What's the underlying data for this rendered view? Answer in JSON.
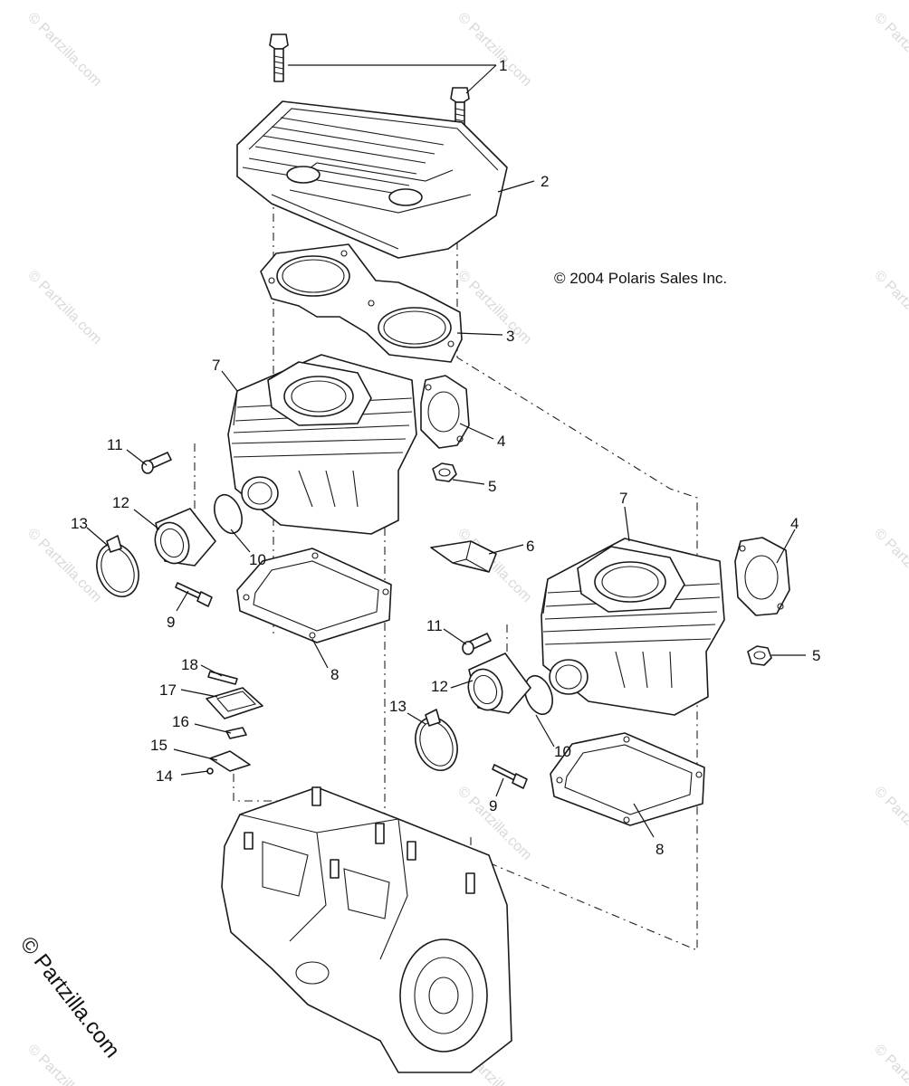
{
  "diagram": {
    "copyright": "© 2004 Polaris Sales Inc.",
    "site_credit": "© Partzilla.com",
    "watermark_text": "© Partzilla.com",
    "callouts": [
      {
        "id": "c1",
        "label": "1"
      },
      {
        "id": "c2",
        "label": "2"
      },
      {
        "id": "c3",
        "label": "3"
      },
      {
        "id": "c4a",
        "label": "4"
      },
      {
        "id": "c4b",
        "label": "4"
      },
      {
        "id": "c5a",
        "label": "5"
      },
      {
        "id": "c5b",
        "label": "5"
      },
      {
        "id": "c6",
        "label": "6"
      },
      {
        "id": "c7a",
        "label": "7"
      },
      {
        "id": "c7b",
        "label": "7"
      },
      {
        "id": "c8a",
        "label": "8"
      },
      {
        "id": "c8b",
        "label": "8"
      },
      {
        "id": "c9a",
        "label": "9"
      },
      {
        "id": "c9b",
        "label": "9"
      },
      {
        "id": "c10a",
        "label": "10"
      },
      {
        "id": "c10b",
        "label": "10"
      },
      {
        "id": "c11a",
        "label": "11"
      },
      {
        "id": "c11b",
        "label": "11"
      },
      {
        "id": "c12a",
        "label": "12"
      },
      {
        "id": "c12b",
        "label": "12"
      },
      {
        "id": "c13a",
        "label": "13"
      },
      {
        "id": "c13b",
        "label": "13"
      },
      {
        "id": "c14",
        "label": "14"
      },
      {
        "id": "c15",
        "label": "15"
      },
      {
        "id": "c16",
        "label": "16"
      },
      {
        "id": "c17",
        "label": "17"
      },
      {
        "id": "c18",
        "label": "18"
      }
    ]
  }
}
